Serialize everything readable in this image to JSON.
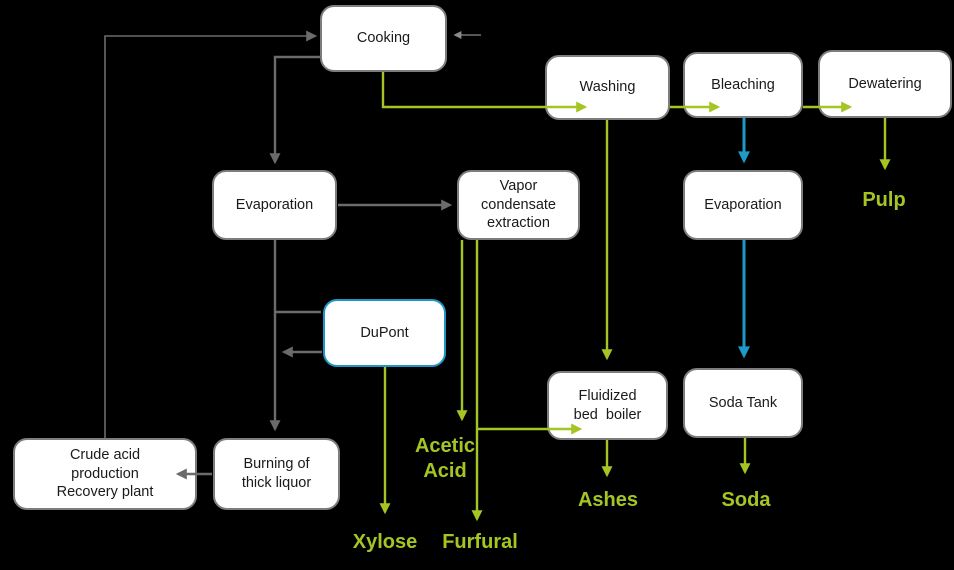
{
  "diagram": {
    "title": "Pulp mill process flow diagram",
    "colors": {
      "background": "#000000",
      "stream_green": "#A5C523",
      "stream_blue": "#1E9AC9",
      "connector_gray": "#6B6B6B",
      "connector_gray_light": "#8A8A8A",
      "node_border": "#7D7D7D",
      "node_fill": "#FFFFFF",
      "node_text": "#1A1A1A",
      "dupont_border": "#1E96C8"
    },
    "nodes": {
      "cooking": {
        "label": "Cooking"
      },
      "washing": {
        "label": "Washing"
      },
      "bleaching": {
        "label": "Bleaching"
      },
      "dewatering": {
        "label": "Dewatering"
      },
      "evaporation_left": {
        "label": "Evaporation"
      },
      "vapor_condensate_extraction": {
        "label": "Vapor\ncondensate\nextraction"
      },
      "evaporation_right": {
        "label": "Evaporation"
      },
      "dupont": {
        "label": "DuPont"
      },
      "fluidized_bed_boiler": {
        "label": "Fluidized\nbed  boiler"
      },
      "soda_tank": {
        "label": "Soda Tank"
      },
      "crude_acid_recovery": {
        "label": "Crude acid\nproduction\nRecovery plant"
      },
      "burning_thick_liquor": {
        "label": "Burning of\nthick liquor"
      }
    },
    "outputs": {
      "pulp": "Pulp",
      "xylose": "Xylose",
      "furfural": "Furfural",
      "acetic_acid": "Acetic\nAcid",
      "ashes": "Ashes",
      "soda": "Soda"
    }
  }
}
